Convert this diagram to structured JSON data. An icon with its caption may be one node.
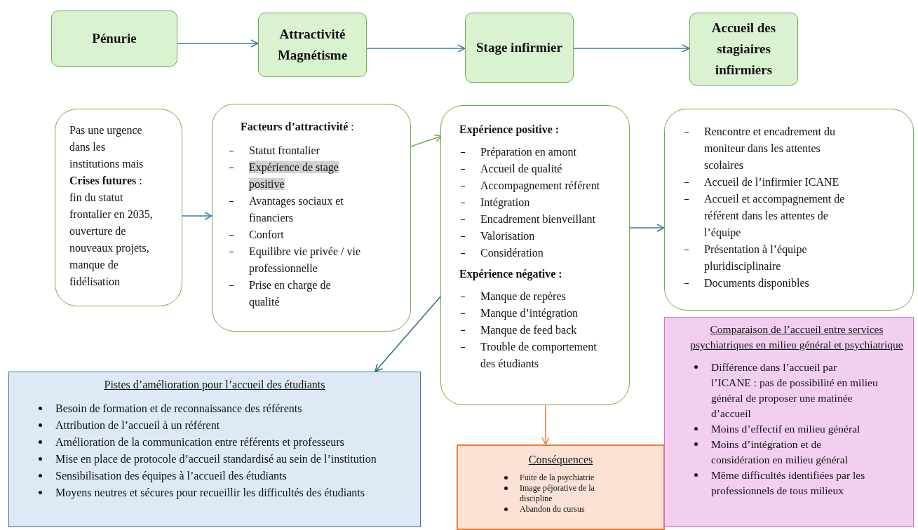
{
  "diagram": {
    "nodes": [
      {
        "text": [
          "Pénurie"
        ]
      },
      {
        "text": [
          "Attractivité Magnétisme"
        ]
      },
      {
        "text": [
          "Stage infirmier"
        ]
      },
      {
        "text": [
          "Accueil des stagiaires infirmiers"
        ]
      },
      {
        "text": [
          "Pas une urgence dans les institutions mais **Crises futures** : fin du statut frontalier en 2035, ouverture de nouveaux projets, manque de fidélisation"
        ]
      },
      {
        "text": [
          "**Facteurs d’attractivité** :",
          "Statut frontalier",
          "Avantages sociaux et financiers",
          "Confort",
          "Equilibre vie privée / vie professionnelle",
          "Prise en charge de qualité"
        ]
      },
      {
        "text": [
          "Expérience de stage positive"
        ],
        "in": 5
      },
      {
        "text": [
          "Expérience positive :",
          "Préparation en amont",
          "Accueil de qualité",
          "Accompagnement référent",
          "Intégration",
          "Encadrement bienveillant",
          "Valorisation",
          "Considération",
          "Expérience négative :",
          "Manque de repères",
          "Manque d’intégration",
          "Manque de feed back",
          "Trouble de comportement des étudiants"
        ]
      },
      {
        "text": [
          "Rencontre et encadrement du moniteur dans les attentes scolaires",
          "Accueil de l’infirmier ICANE",
          "Accueil et accompagnement de référent dans les attentes de l’équipe",
          "Présentation à l’équipe pluridisciplinaire",
          "Documents disponibles"
        ]
      },
      {
        "text": [
          "Pistes d’amélioration pour l’accueil des étudiants",
          "Besoin de formation et de reconnaissance des référents",
          "Attribution de l’accueil à un référent",
          "Amélioration de la communication entre référents et professeurs",
          "Mise en place de protocole d’accueil standardisé au sein de l’institution",
          "Sensibilisation des équipes à l’accueil des étudiants",
          "Moyens neutres et sécures pour recueillir les difficultés des étudiants"
        ]
      },
      {
        "text": [
          "Conséquences",
          "Fuite de la psychiatrie",
          "Image péjorative de la discipline",
          "Abandon du cursus"
        ]
      },
      {
        "text": [
          "Comparaison de l’accueil entre services psychiatriques en milieu général et psychiatrique",
          "Différence dans l’accueil par l’ICANE : pas de possibilité en milieu général de proposer une matinée d’accueil",
          "Moins d’effectif en milieu général",
          "Moins d’intégration et de considération en milieu général",
          "Même difficultés identifiées par les professionnels de tous milieux"
        ]
      }
    ],
    "edges": [
      {
        "from": 0,
        "to": 1,
        "arrow": "to"
      },
      {
        "from": 1,
        "to": 2,
        "arrow": "to"
      },
      {
        "from": 2,
        "to": 3,
        "arrow": "to"
      },
      {
        "from": 4,
        "to": 5,
        "arrow": "to"
      },
      {
        "from": 6,
        "to": 7,
        "arrow": "to",
        "color": "#70ad47"
      },
      {
        "from": 7,
        "to": 8,
        "arrow": "to"
      },
      {
        "from": 7,
        "to": 9,
        "arrow": "to",
        "color": "#2e6b8a"
      },
      {
        "from": 7,
        "to": 10,
        "arrow": "to",
        "color": "#ed7d31"
      }
    ]
  }
}
